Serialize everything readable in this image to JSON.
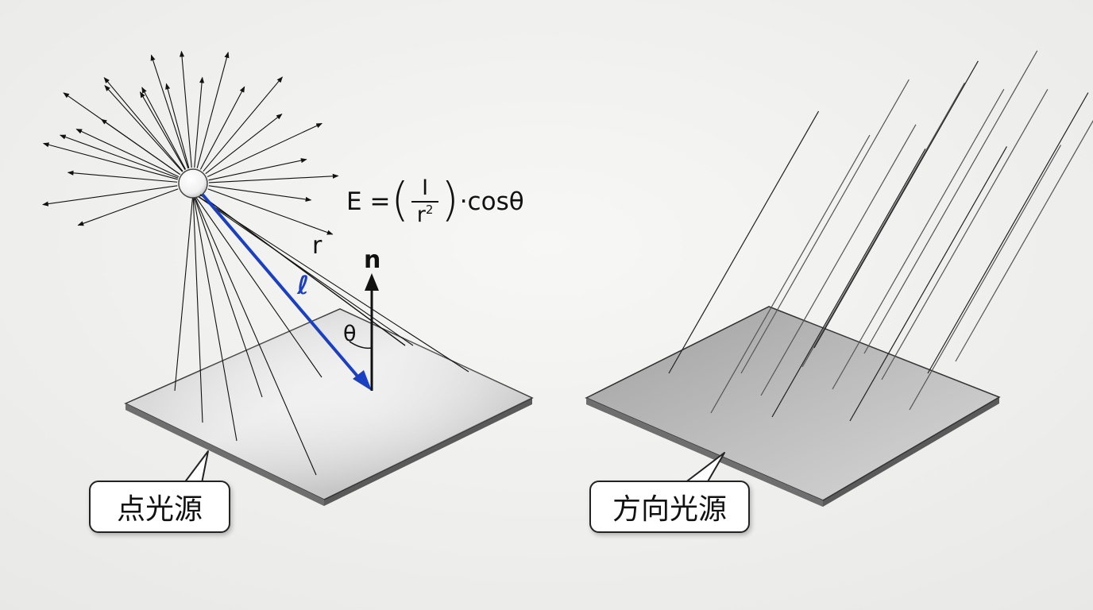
{
  "labels": {
    "point_light": "点光源",
    "directional_light": "方向光源"
  },
  "formula": {
    "lhs": "E = ",
    "open_paren": "(",
    "numerator": "I",
    "denominator_base": "r",
    "denominator_exp": "2",
    "close_paren": ")",
    "tail": "·cosθ"
  },
  "symbols": {
    "distance": "r",
    "light_vector": "ℓ",
    "normal": "n",
    "angle": "θ"
  },
  "colors": {
    "light_vector": "#1a3fc0",
    "ink": "#111111",
    "background": "#efefed"
  }
}
